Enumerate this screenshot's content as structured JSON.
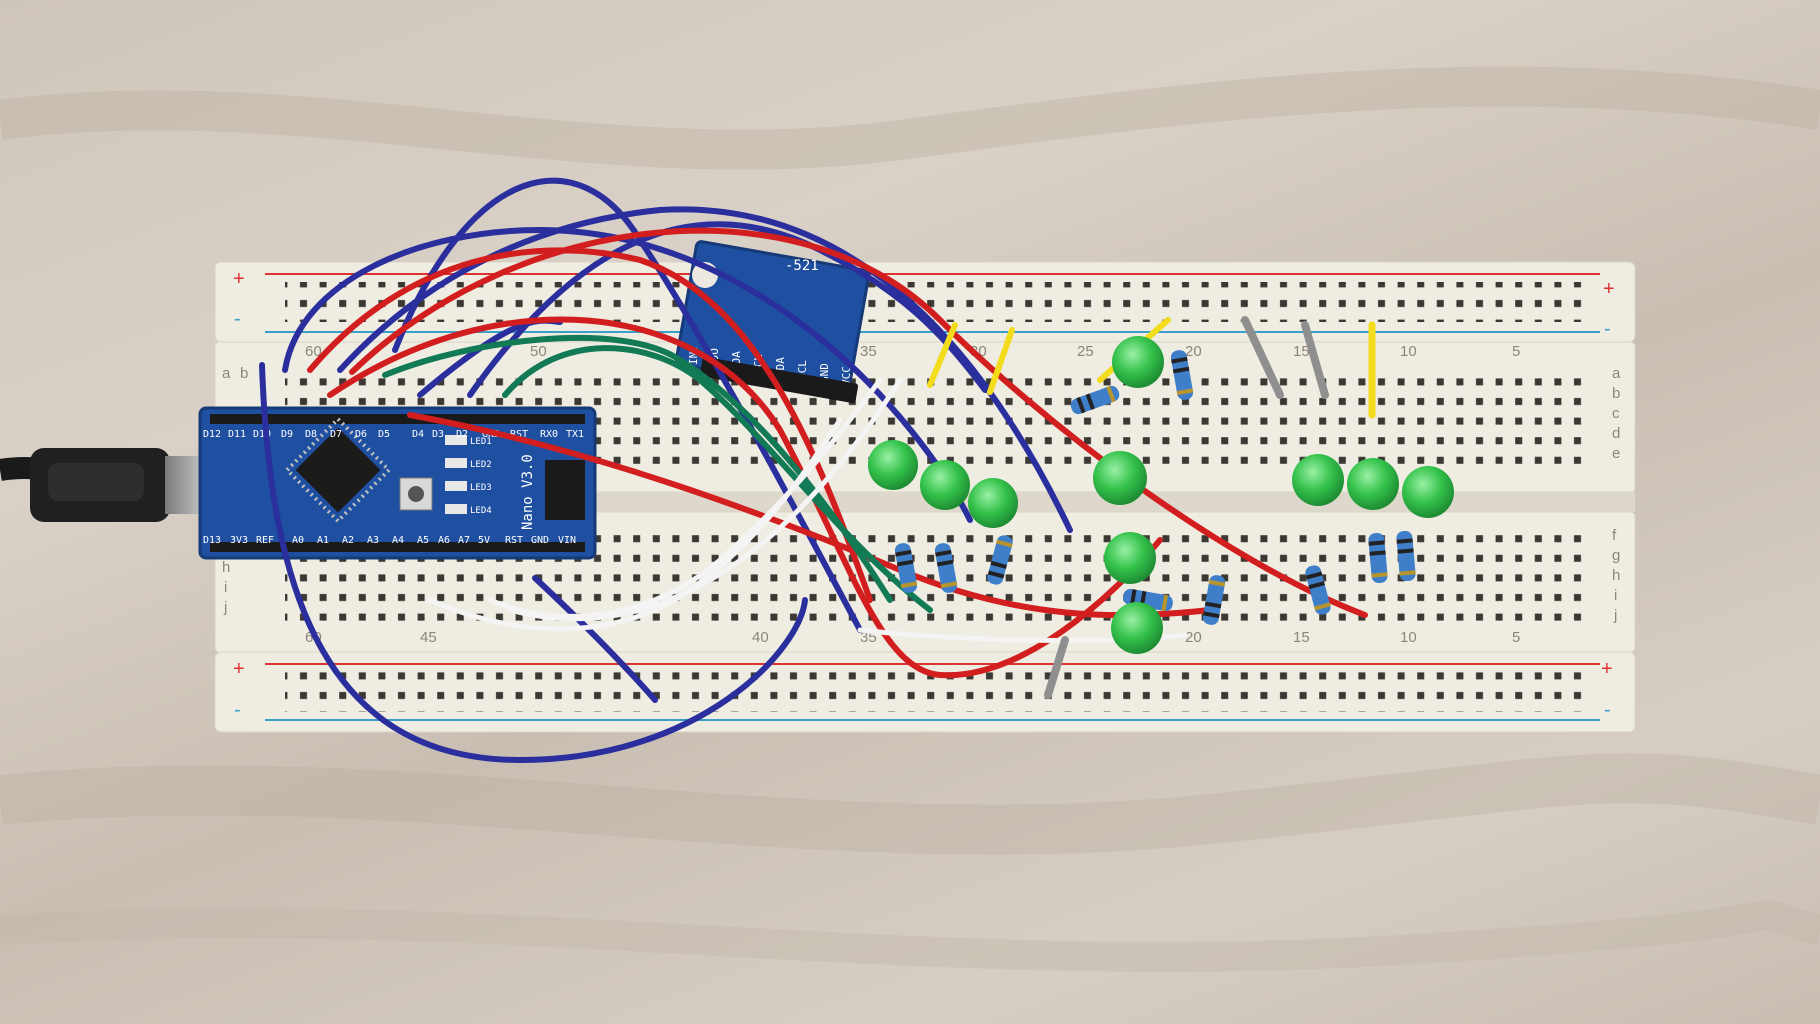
{
  "breadboard": {
    "rail_plus": "+",
    "rail_minus": "-",
    "col_numbers_top": [
      "60",
      "50",
      "35",
      "30",
      "25",
      "20",
      "15",
      "10",
      "5"
    ],
    "col_numbers_bottom": [
      "60",
      "45",
      "40",
      "35",
      "20",
      "15",
      "10",
      "5"
    ],
    "row_letters_left_top": [
      "a",
      "b"
    ],
    "row_letters_left_bottom": [
      "h",
      "i",
      "j"
    ],
    "row_letters_right_top": [
      "a",
      "b",
      "c",
      "d",
      "e"
    ],
    "row_letters_right_bottom": [
      "f",
      "g",
      "h",
      "i",
      "j"
    ]
  },
  "arduino": {
    "board_label": "Nano V3.0",
    "pins_top": [
      "D12",
      "D11",
      "D10",
      "D9",
      "D8",
      "D7",
      "D6",
      "D5",
      "D4",
      "D3",
      "D2",
      "GND",
      "RST",
      "RX0",
      "TX1"
    ],
    "pins_bottom": [
      "D13",
      "3V3",
      "REF",
      "A0",
      "A1",
      "A2",
      "A3",
      "A4",
      "A5",
      "A6",
      "A7",
      "5V",
      "RST",
      "GND",
      "VIN"
    ],
    "led_labels": [
      "LED1",
      "LED2",
      "LED3",
      "LED4"
    ]
  },
  "sensor": {
    "model": "-521",
    "pins": [
      "INT",
      "ADO",
      "XDA",
      "XCL",
      "SDA",
      "SCL",
      "GND",
      "VCC"
    ]
  },
  "colors": {
    "breadboard": "#efece2",
    "rail_red": "#d33",
    "rail_blue": "#3aa0c9",
    "wire_blue": "#2b2f9e",
    "wire_red": "#d21e1e",
    "wire_green": "#127a55",
    "wire_white": "#f4f4f4",
    "wire_yellow": "#f2dc1b",
    "led_green": "#33c24a",
    "pcb_blue": "#1f4fa0"
  }
}
